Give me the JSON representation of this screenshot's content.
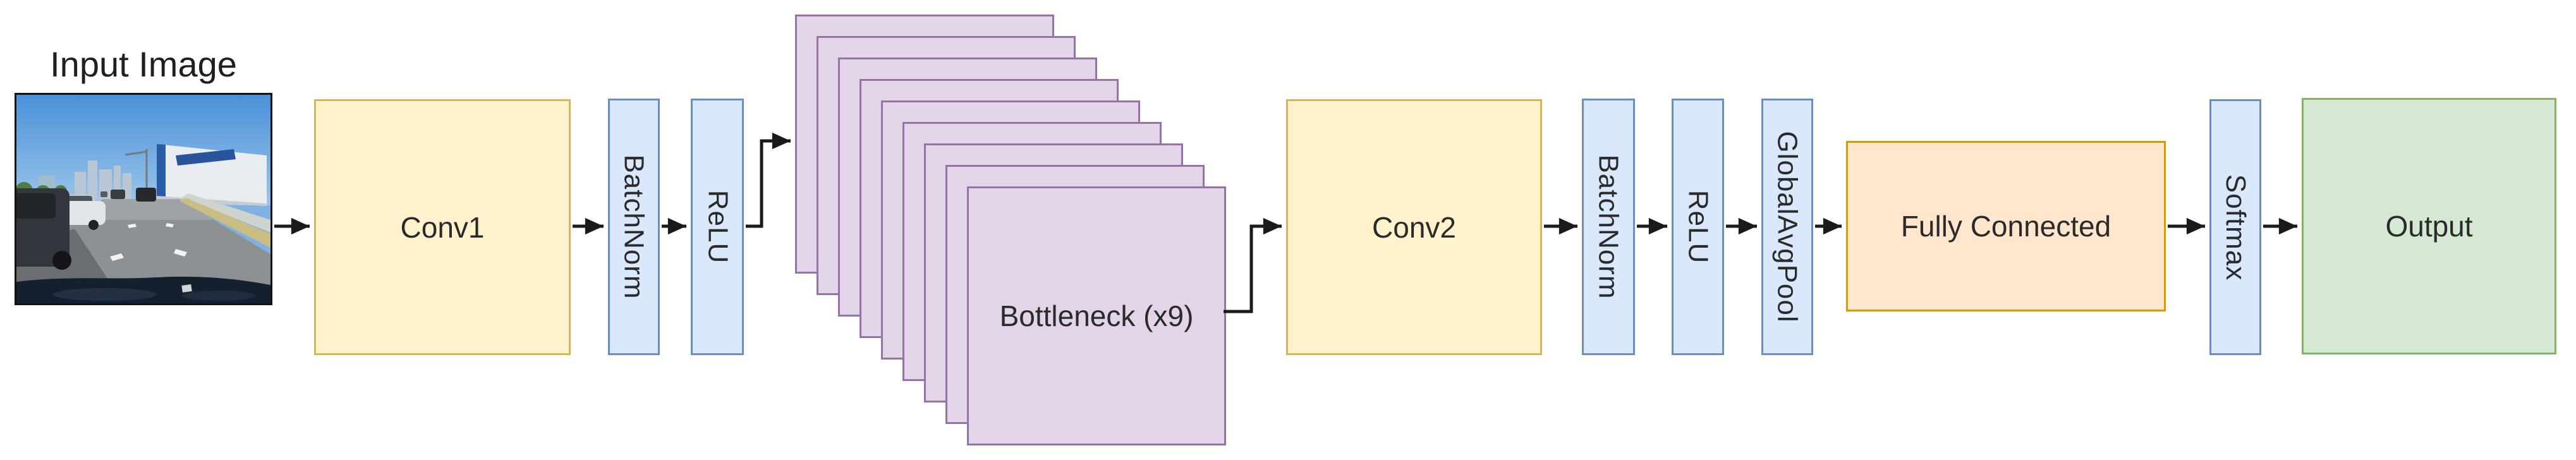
{
  "diagram": {
    "input_label": "Input Image",
    "nodes": [
      {
        "id": "conv1",
        "label": "Conv1",
        "type": "conv"
      },
      {
        "id": "batchnorm1",
        "label": "BatchNorm",
        "type": "op"
      },
      {
        "id": "relu1",
        "label": "ReLU",
        "type": "op"
      },
      {
        "id": "bottleneck",
        "label": "Bottleneck (x9)",
        "type": "block-stack",
        "stack_count": 9
      },
      {
        "id": "conv2",
        "label": "Conv2",
        "type": "conv"
      },
      {
        "id": "batchnorm2",
        "label": "BatchNorm",
        "type": "op"
      },
      {
        "id": "relu2",
        "label": "ReLU",
        "type": "op"
      },
      {
        "id": "globalavgpool",
        "label": "GlobalAvgPool",
        "type": "op"
      },
      {
        "id": "fully_connected",
        "label": "Fully Connected",
        "type": "dense"
      },
      {
        "id": "softmax",
        "label": "Softmax",
        "type": "op"
      },
      {
        "id": "output",
        "label": "Output",
        "type": "output"
      }
    ],
    "connections": [
      {
        "from": "input_image",
        "to": "conv1"
      },
      {
        "from": "conv1",
        "to": "batchnorm1"
      },
      {
        "from": "batchnorm1",
        "to": "relu1"
      },
      {
        "from": "relu1",
        "to": "bottleneck"
      },
      {
        "from": "bottleneck",
        "to": "conv2"
      },
      {
        "from": "conv2",
        "to": "batchnorm2"
      },
      {
        "from": "batchnorm2",
        "to": "relu2"
      },
      {
        "from": "relu2",
        "to": "globalavgpool"
      },
      {
        "from": "globalavgpool",
        "to": "fully_connected"
      },
      {
        "from": "fully_connected",
        "to": "softmax"
      },
      {
        "from": "softmax",
        "to": "output"
      }
    ],
    "colors": {
      "conv_fill": "#FFF2CC",
      "conv_border": "#D6B656",
      "op_fill": "#DAE8FC",
      "op_border": "#6C8EBF",
      "bottleneck_fill": "#E1D5E7",
      "bottleneck_border": "#9673A6",
      "dense_fill": "#FFE6CC",
      "dense_border": "#D79B00",
      "output_fill": "#D5E8D4",
      "output_border": "#82B366",
      "connector": "#1A1A1A"
    }
  }
}
